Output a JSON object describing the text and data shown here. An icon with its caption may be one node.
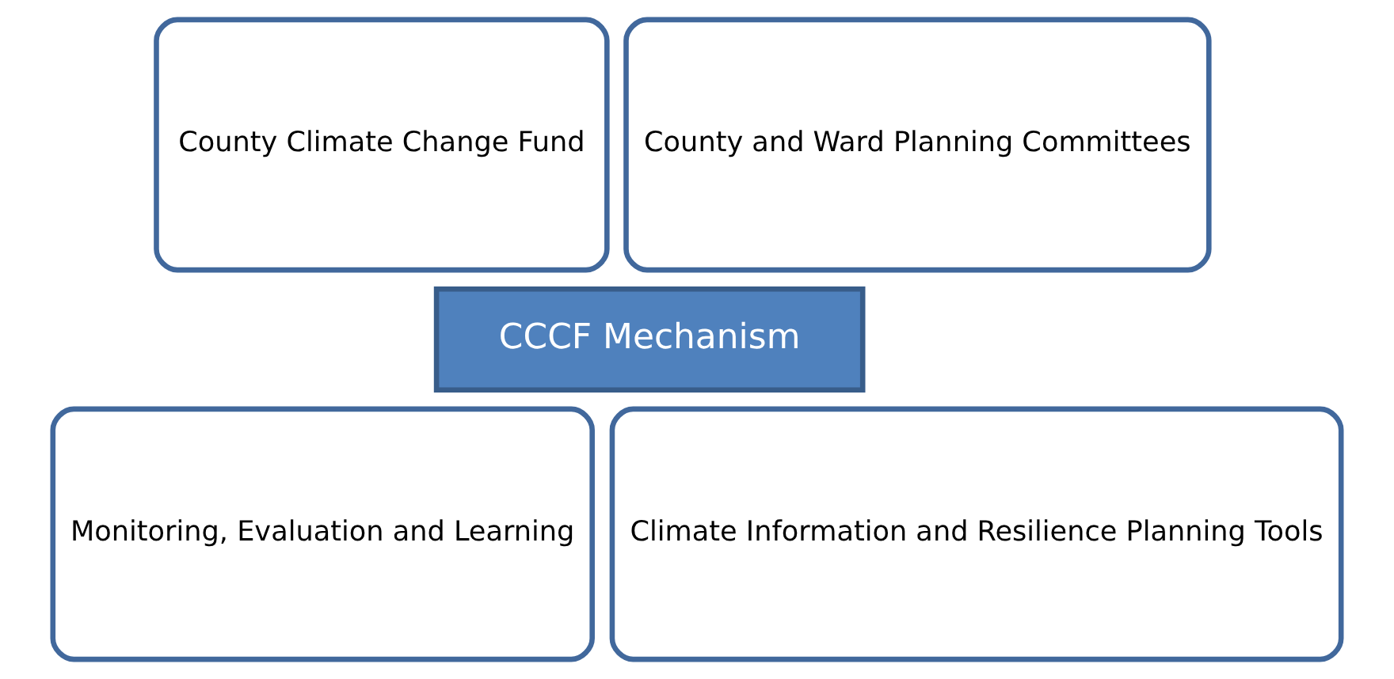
{
  "diagram": {
    "nodes": [
      {
        "text": [
          "County Climate Change Fund"
        ]
      },
      {
        "text": [
          "County and Ward Planning Committees"
        ]
      },
      {
        "text": [
          "CCCF Mechanism"
        ]
      },
      {
        "text": [
          "Monitoring, Evaluation and Learning"
        ]
      },
      {
        "text": [
          "Climate Information and Resilience Planning Tools"
        ]
      }
    ]
  }
}
